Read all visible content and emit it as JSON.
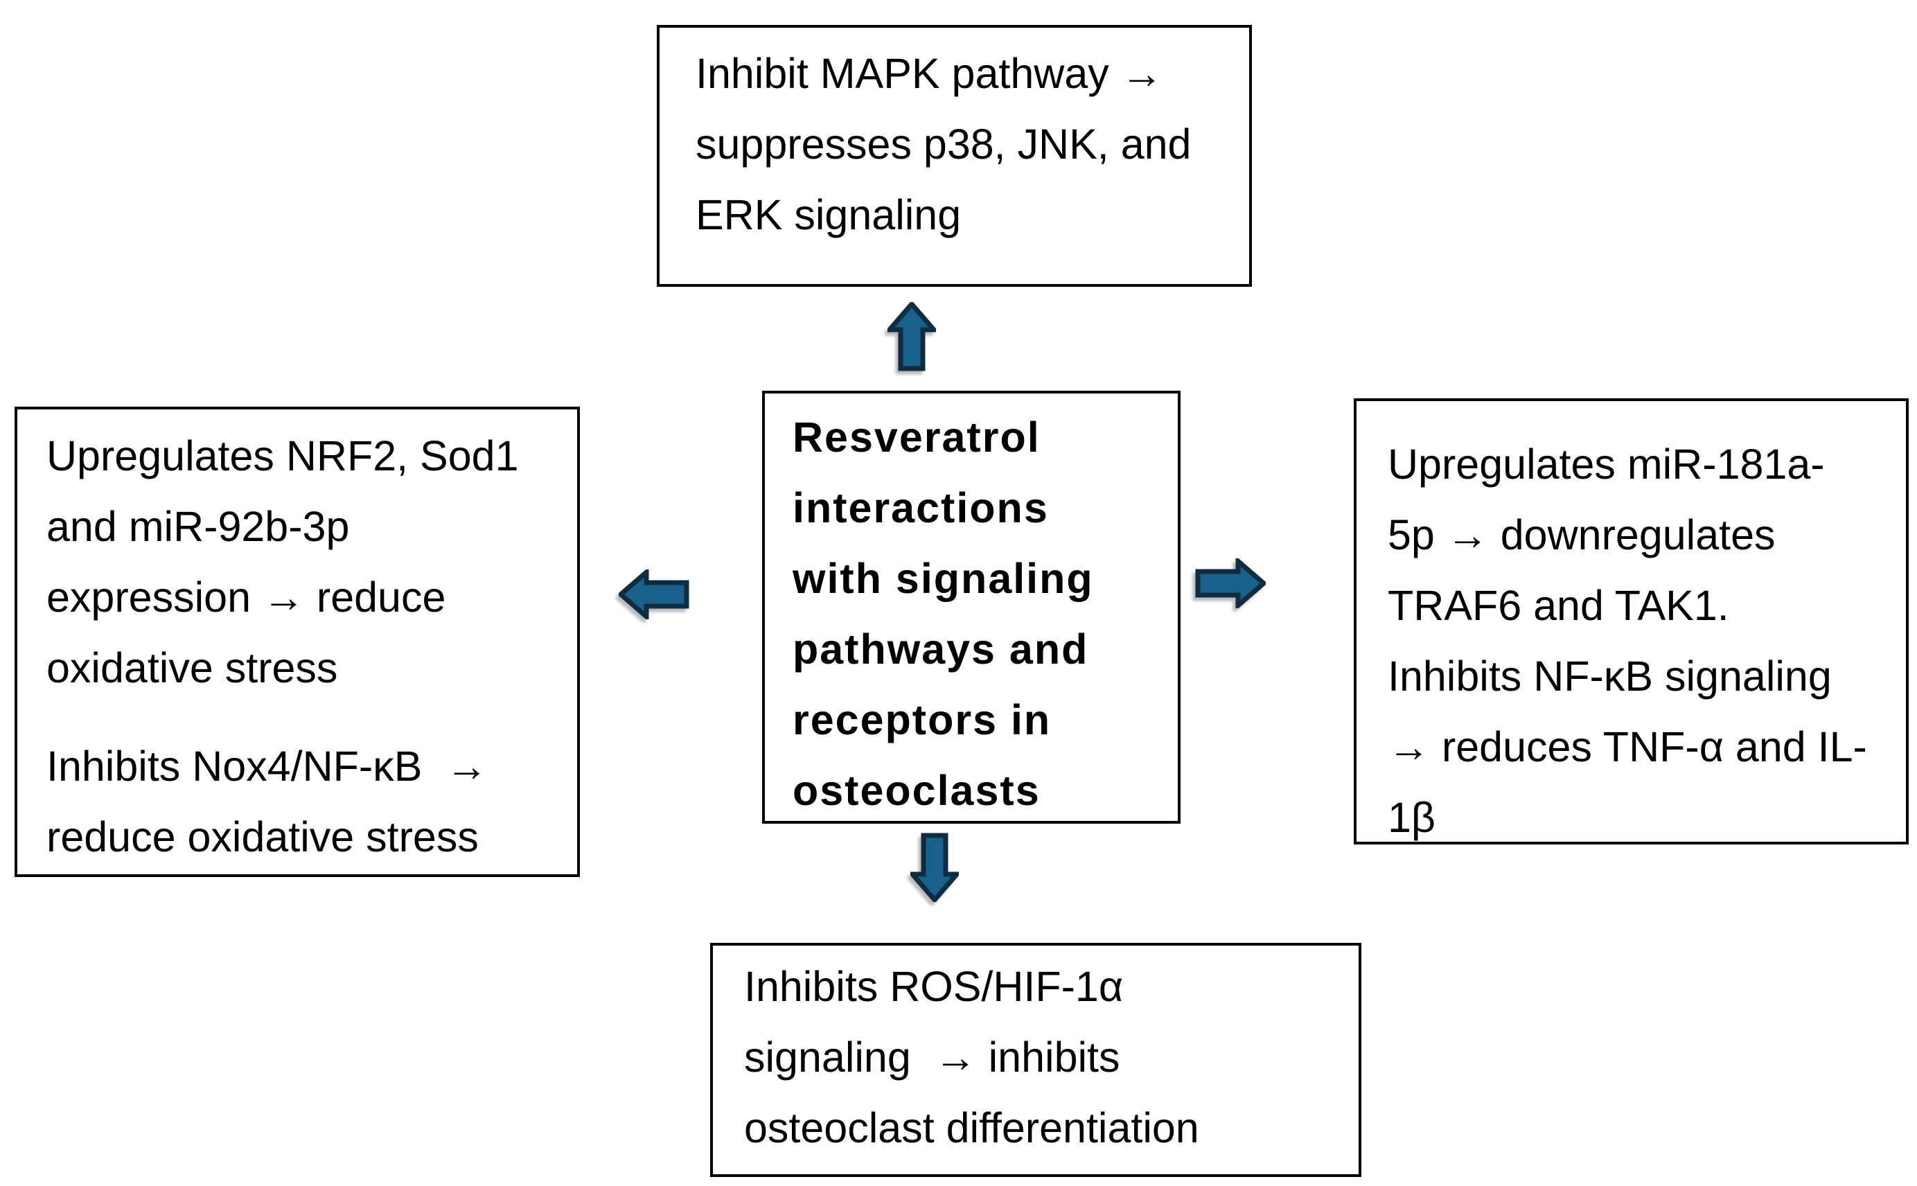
{
  "diagram": {
    "title_box": {
      "text": "Resveratrol\ninteractions\nwith signaling\npathways and\nreceptors in\nosteoclasts"
    },
    "top_box": {
      "text": "Inhibit MAPK pathway →\nsuppresses p38, JNK, and\nERK signaling"
    },
    "left_box": {
      "paragraph1": "Upregulates NRF2, Sod1\nand miR-92b-3p\nexpression → reduce\noxidative stress",
      "paragraph2": "Inhibits Nox4/NF-κB  →\nreduce oxidative stress"
    },
    "right_box": {
      "text": "Upregulates miR-181a-\n5p → downregulates\nTRAF6 and TAK1.\nInhibits NF-κB signaling\n→ reduces TNF-α and IL-\n1β"
    },
    "bottom_box": {
      "text": "Inhibits ROS/HIF-1α\nsignaling  → inhibits\nosteoclast differentiation"
    },
    "colors": {
      "arrow_fill": "#17618a",
      "arrow_stroke": "#0f2c40",
      "box_border": "#000000",
      "text": "#000000",
      "background": "#ffffff"
    }
  }
}
